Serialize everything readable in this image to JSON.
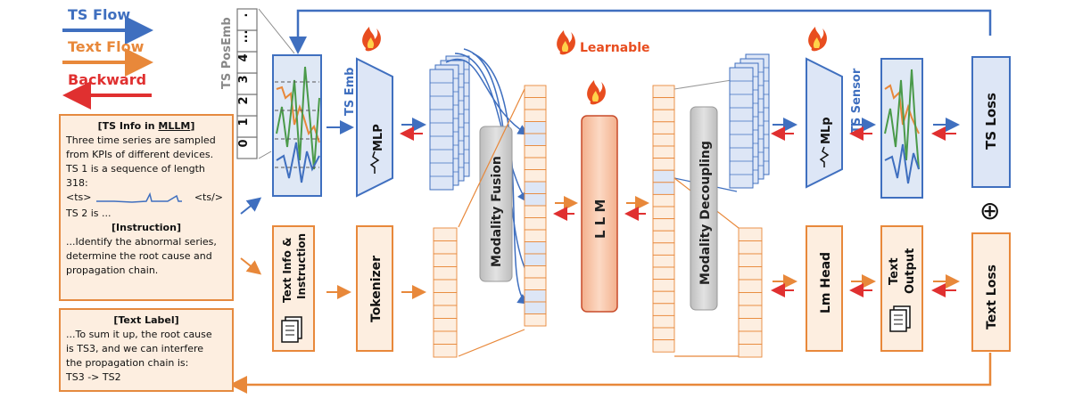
{
  "legend": {
    "ts_flow": "TS Flow",
    "text_flow": "Text Flow",
    "backward": "Backward"
  },
  "ts_posemb": {
    "label": "TS PosEmb",
    "cells": [
      "0",
      "1",
      "2",
      "3",
      "4",
      "...",
      "."
    ]
  },
  "learnable": "Learnable",
  "ts_emb": {
    "label": "TS Emb",
    "mlp": "MLP"
  },
  "ts_sensor": {
    "label": "TS Sensor",
    "mlp": "MLp"
  },
  "modality_fusion": "Modality  Fusion",
  "llm": "L L M",
  "modality_decoupling": "Modality  Decoupling",
  "ts_loss": "TS Loss",
  "text_loss": "Text Loss",
  "plus": "⊕",
  "text_info_box": {
    "label_line1": "Text  Info &",
    "label_line2": "Instruction"
  },
  "tokenizer": "Tokenizer",
  "lm_head": "Lm Head",
  "text_output": {
    "line1": "Text",
    "line2": "Output"
  },
  "ts_info": {
    "title_prefix": "[TS Info in ",
    "title_link": "MLLM",
    "title_suffix": "]",
    "lines": [
      "Three time series are sampled",
      "from KPIs of different devices.",
      "TS 1 is a sequence of length",
      "318:"
    ],
    "ts_open": "<ts>",
    "ts_close": "<ts/>",
    "ts2": "TS 2 is ...",
    "instruction_title": "[Instruction]",
    "instruction_lines": [
      "...Identify the abnormal series,",
      "determine the root cause and",
      "propagation chain."
    ]
  },
  "text_label": {
    "title": "[Text Label]",
    "lines": [
      "...To sum it up, the root cause",
      "is TS3, and we can interfere",
      "the propagation chain is:",
      "TS3 -> TS2"
    ]
  },
  "colors": {
    "ts_blue": "#3f6fbf",
    "text_orange": "#e8883a",
    "backward_red": "#e03030",
    "box_blue_fill": "#dde6f6",
    "box_orange_fill": "#fdeee0"
  }
}
